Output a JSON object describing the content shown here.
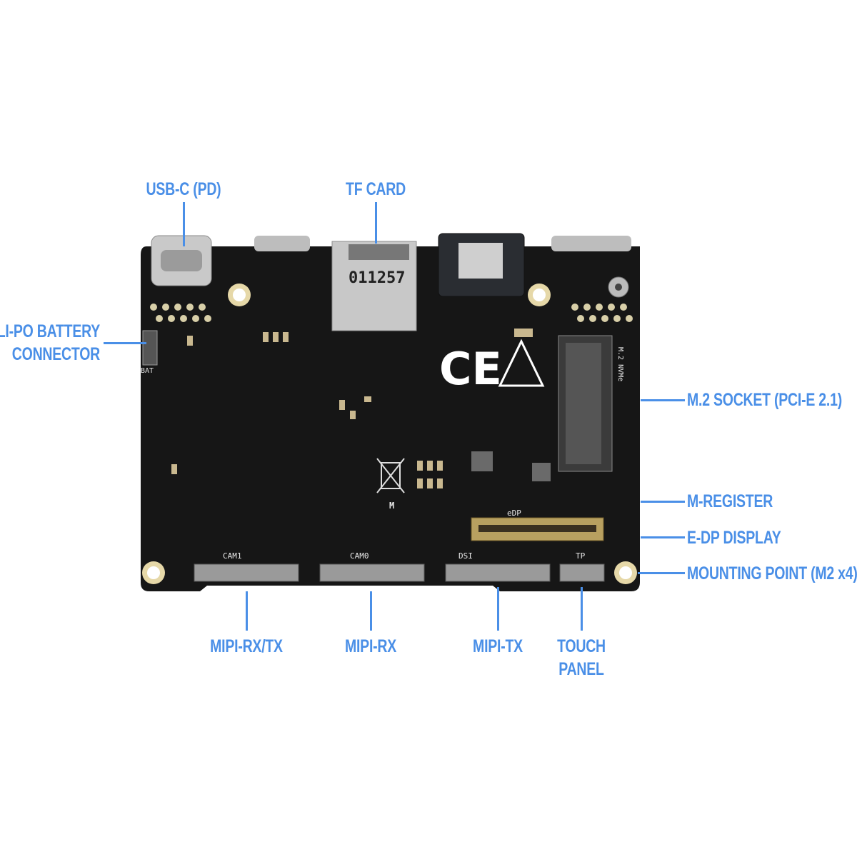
{
  "labels": {
    "usb_c": "USB-C (PD)",
    "tf_card": "TF CARD",
    "battery_1": "LI-PO BATTERY",
    "battery_2": "CONNECTOR",
    "m2_socket": "M.2 SOCKET (PCI-E 2.1)",
    "m_register": "M-REGISTER",
    "edp": "E-DP DISPLAY",
    "mounting": "MOUNTING POINT (M2 x4)",
    "mipi_rxtx": "MIPI-RX/TX",
    "mipi_rx": "MIPI-RX",
    "mipi_tx": "MIPI-TX",
    "touch_1": "TOUCH",
    "touch_2": "PANEL"
  },
  "board_silkscreen": {
    "tf_number": "011257",
    "cam1": "CAM1",
    "cam0": "CAM0",
    "dsi": "DSI",
    "tp": "TP",
    "edp": "eDP",
    "m2": "M.2 NVMe",
    "bat": "BAT",
    "m": "M",
    "ce": "CE"
  },
  "colors": {
    "label": "#4a8fe7",
    "board": "#161616"
  }
}
